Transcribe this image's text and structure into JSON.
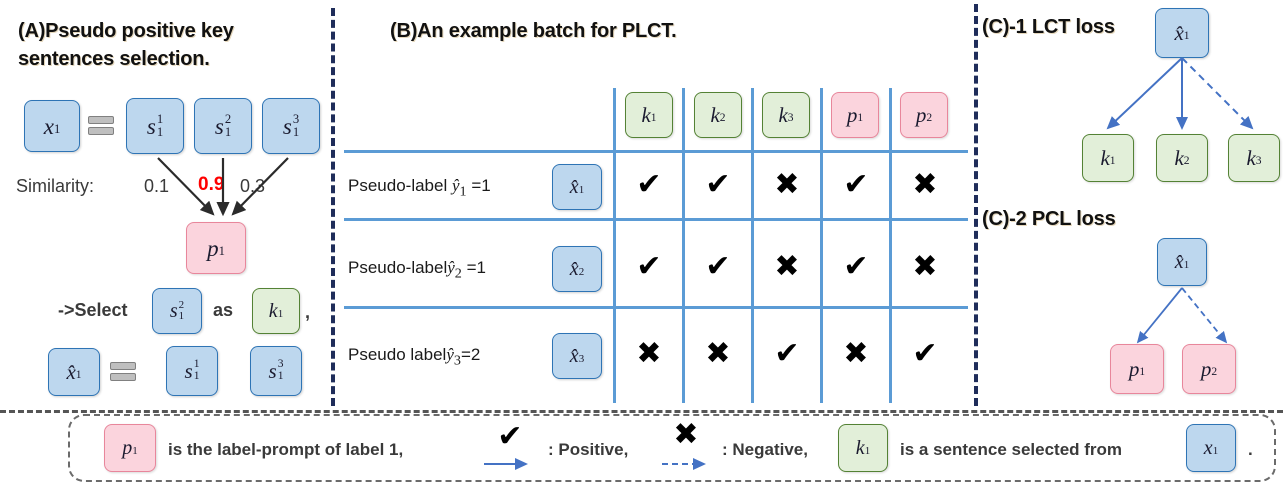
{
  "panels": {
    "a": {
      "title_line1": "(A)Pseudo positive key",
      "title_line2": "sentences  selection.",
      "source_token": "x",
      "source_sub": "1",
      "sentence_tokens": [
        {
          "base": "s",
          "sup": "1",
          "sub": "1"
        },
        {
          "base": "s",
          "sup": "2",
          "sub": "1"
        },
        {
          "base": "s",
          "sup": "3",
          "sub": "1"
        }
      ],
      "similarity_label": "Similarity:",
      "similarity_values": [
        "0.1",
        "0.9",
        "0.3"
      ],
      "similarity_highlight_index": 1,
      "prompt_token": {
        "base": "p",
        "sub": "1"
      },
      "select_text": "->Select",
      "as_text": "as",
      "selected_token": {
        "base": "s",
        "sup": "2",
        "sub": "1"
      },
      "selected_as": {
        "base": "k",
        "sub": "1"
      },
      "comma": ",",
      "result_token": {
        "base": "x̂",
        "sub": "1"
      },
      "remaining_tokens": [
        {
          "base": "s",
          "sup": "1",
          "sub": "1"
        },
        {
          "base": "s",
          "sup": "3",
          "sub": "1"
        }
      ]
    },
    "b": {
      "title": "(B)An example batch for PLCT.",
      "columns": [
        {
          "base": "k",
          "sub": "1",
          "color": "green"
        },
        {
          "base": "k",
          "sub": "2",
          "color": "green"
        },
        {
          "base": "k",
          "sub": "3",
          "color": "green"
        },
        {
          "base": "p",
          "sub": "1",
          "color": "pink"
        },
        {
          "base": "p",
          "sub": "2",
          "color": "pink"
        }
      ],
      "rows": [
        {
          "label_pre": "Pseudo-label ",
          "label_var": "ŷ",
          "label_sub": "1",
          "label_post": " =1",
          "token": {
            "base": "x̂",
            "sub": "1"
          },
          "cells": [
            "check",
            "check",
            "cross",
            "check",
            "cross"
          ]
        },
        {
          "label_pre": "Pseudo-label",
          "label_var": "ŷ",
          "label_sub": "2",
          "label_post": " =1",
          "token": {
            "base": "x̂",
            "sub": "2"
          },
          "cells": [
            "check",
            "check",
            "cross",
            "check",
            "cross"
          ]
        },
        {
          "label_pre": "Pseudo label",
          "label_var": "ŷ",
          "label_sub": "3",
          "label_post": "=2",
          "token": {
            "base": "x̂",
            "sub": "3"
          },
          "cells": [
            "cross",
            "cross",
            "check",
            "cross",
            "check"
          ]
        }
      ]
    },
    "c1": {
      "title": "(C)-1 LCT loss",
      "root": {
        "base": "x̂",
        "sub": "1"
      },
      "leaves": [
        {
          "base": "k",
          "sub": "1",
          "edge": "solid"
        },
        {
          "base": "k",
          "sub": "2",
          "edge": "solid"
        },
        {
          "base": "k",
          "sub": "3",
          "edge": "dashed"
        }
      ]
    },
    "c2": {
      "title": "(C)-2 PCL loss",
      "root": {
        "base": "x̂",
        "sub": "1"
      },
      "leaves": [
        {
          "base": "p",
          "sub": "1",
          "edge": "solid"
        },
        {
          "base": "p",
          "sub": "2",
          "edge": "dashed"
        }
      ]
    }
  },
  "legend": {
    "token_p": {
      "base": "p",
      "sub": "1"
    },
    "text1": "is the label-prompt of label 1,",
    "positive_label": ": Positive,",
    "negative_label": ": Negative,",
    "token_k": {
      "base": "k",
      "sub": "1"
    },
    "text2": "is a sentence selected from",
    "token_x": {
      "base": "x",
      "sub": "1"
    },
    "period": "."
  },
  "colors": {
    "blue_fill": "#bdd7ee",
    "blue_border": "#2e74b5",
    "green_fill": "#e2efd9",
    "green_border": "#548235",
    "pink_fill": "#fbd4dd",
    "pink_border": "#e8869b",
    "table_line": "#5b9bd5",
    "divider": "#1f2d5a",
    "highlight": "#ff0000",
    "arrow": "#4472c4"
  },
  "glyphs": {
    "check": "✔",
    "cross": "✖"
  }
}
